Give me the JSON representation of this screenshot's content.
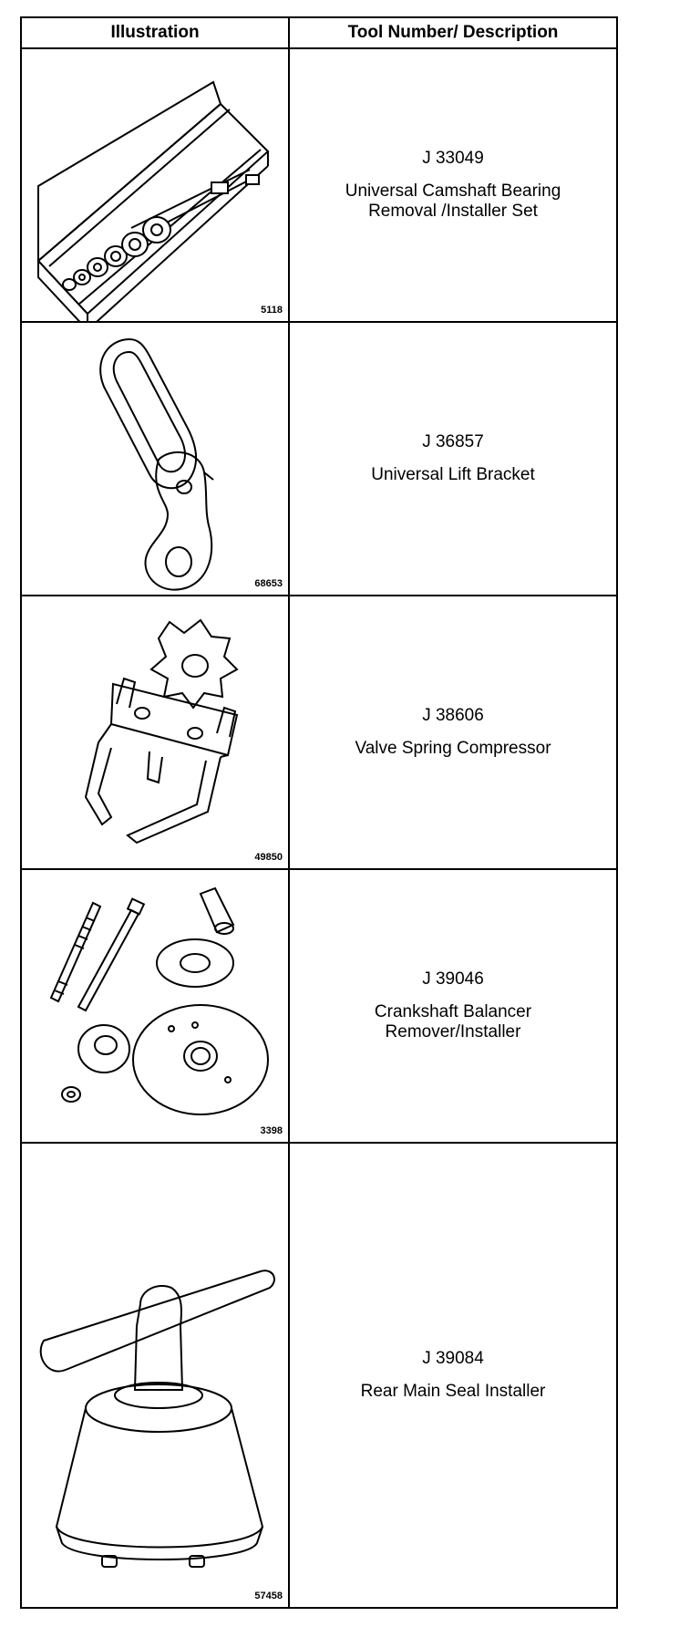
{
  "header": {
    "illustration_label": "Illustration",
    "description_label": "Tool Number/ Description"
  },
  "tools": [
    {
      "figure": "5118",
      "number": "J 33049",
      "description": [
        "Universal Camshaft Bearing",
        "Removal /Installer Set"
      ],
      "icon": "camshaft-bearing-set-icon"
    },
    {
      "figure": "68653",
      "number": "J 36857",
      "description": [
        "Universal Lift Bracket"
      ],
      "icon": "lift-bracket-icon"
    },
    {
      "figure": "49850",
      "number": "J 38606",
      "description": [
        "Valve Spring Compressor"
      ],
      "icon": "valve-spring-compressor-icon"
    },
    {
      "figure": "3398",
      "number": "J 39046",
      "description": [
        "Crankshaft Balancer",
        "Remover/Installer"
      ],
      "icon": "balancer-remover-installer-icon"
    },
    {
      "figure": "57458",
      "number": "J 39084",
      "description": [
        "Rear Main Seal Installer"
      ],
      "icon": "rear-main-seal-installer-icon"
    }
  ]
}
